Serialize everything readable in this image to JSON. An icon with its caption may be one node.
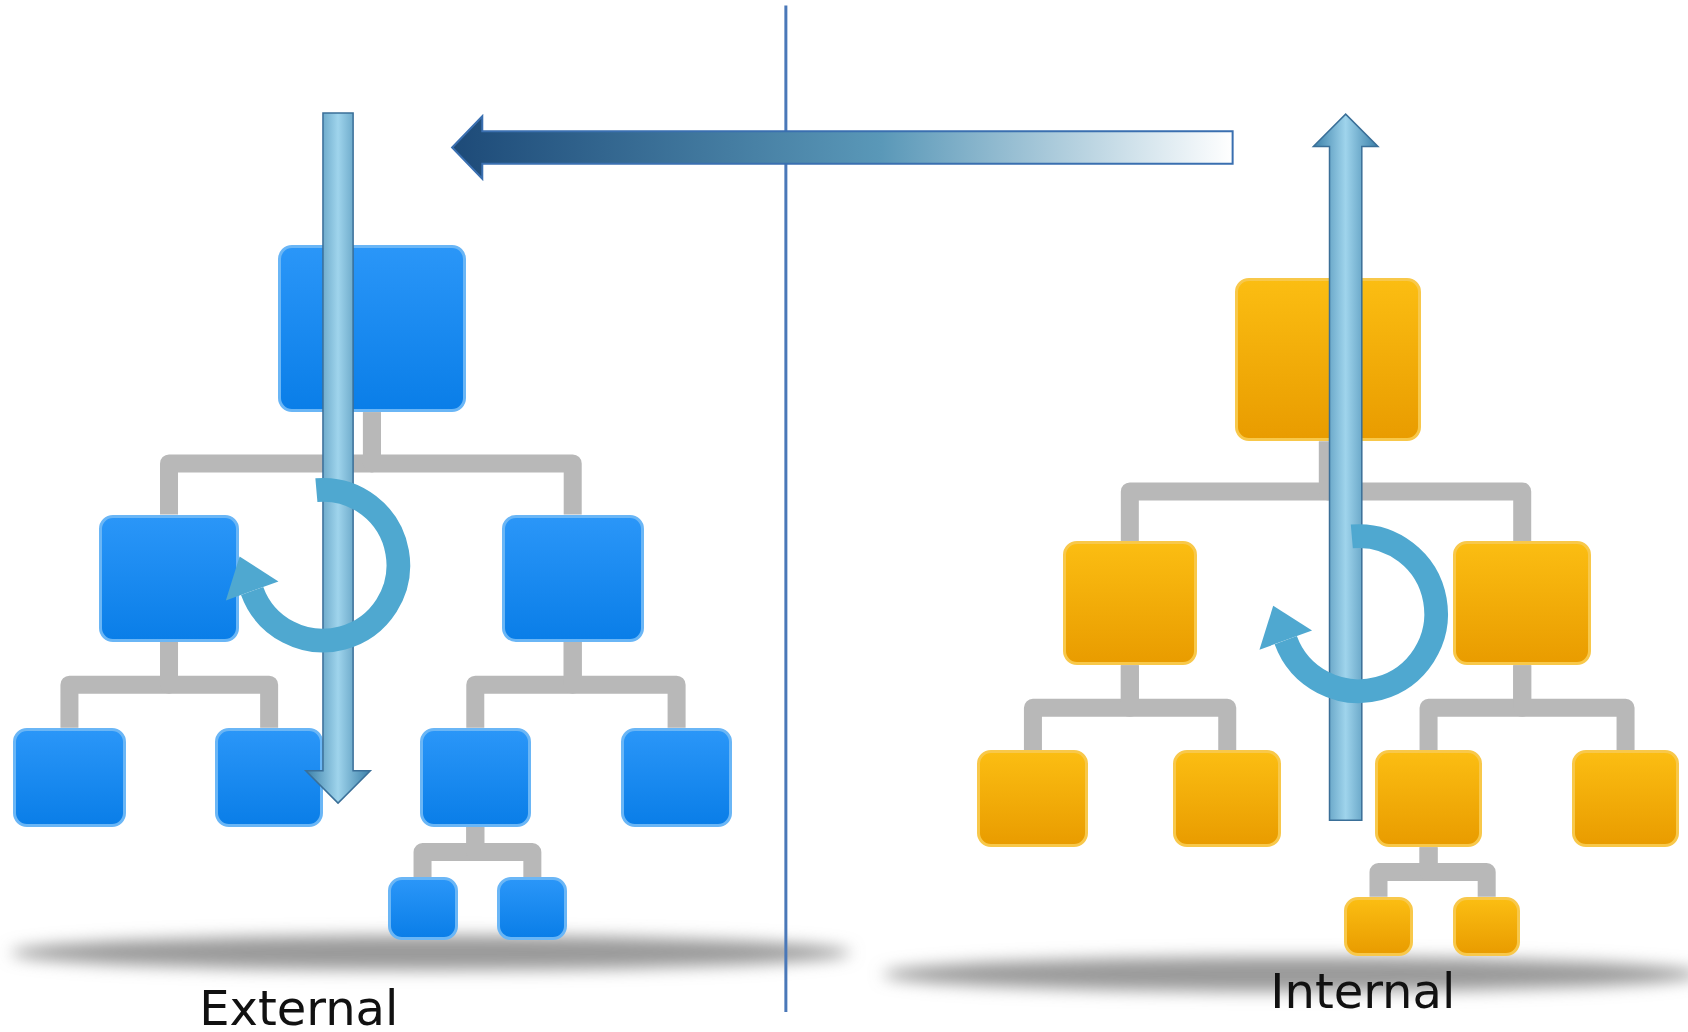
{
  "diagram": {
    "nodes": [
      {
        "text": [],
        "shape": "box"
      },
      {
        "text": [],
        "shape": "box"
      },
      {
        "text": [],
        "shape": "box"
      },
      {
        "text": [],
        "shape": "box"
      },
      {
        "text": [],
        "shape": "box"
      },
      {
        "text": [],
        "shape": "box"
      },
      {
        "text": [],
        "shape": "box"
      },
      {
        "text": [],
        "shape": "box"
      },
      {
        "text": [],
        "shape": "box"
      },
      {
        "text": [],
        "shape": "box"
      },
      {
        "text": [],
        "shape": "box"
      },
      {
        "text": [],
        "shape": "box"
      },
      {
        "text": [],
        "shape": "box"
      },
      {
        "text": [],
        "shape": "box"
      },
      {
        "text": [],
        "shape": "box"
      },
      {
        "text": [],
        "shape": "box"
      },
      {
        "text": [],
        "shape": "box"
      },
      {
        "text": [],
        "shape": "box"
      }
    ],
    "edges": [
      {
        "from": 0,
        "to": 1,
        "arrow": "none"
      },
      {
        "from": 0,
        "to": 2,
        "arrow": "none"
      },
      {
        "from": 1,
        "to": 3,
        "arrow": "none"
      },
      {
        "from": 1,
        "to": 4,
        "arrow": "none"
      },
      {
        "from": 2,
        "to": 5,
        "arrow": "none"
      },
      {
        "from": 2,
        "to": 6,
        "arrow": "none"
      },
      {
        "from": 5,
        "to": 7,
        "arrow": "none"
      },
      {
        "from": 5,
        "to": 8,
        "arrow": "none"
      },
      {
        "from": 9,
        "to": 10,
        "arrow": "none"
      },
      {
        "from": 9,
        "to": 11,
        "arrow": "none"
      },
      {
        "from": 10,
        "to": 12,
        "arrow": "none"
      },
      {
        "from": 10,
        "to": 13,
        "arrow": "none"
      },
      {
        "from": 11,
        "to": 14,
        "arrow": "none"
      },
      {
        "from": 11,
        "to": 15,
        "arrow": "none"
      },
      {
        "from": 14,
        "to": 16,
        "arrow": "none"
      },
      {
        "from": 14,
        "to": 17,
        "arrow": "none"
      }
    ],
    "labels": [
      "External",
      "Internal"
    ]
  }
}
